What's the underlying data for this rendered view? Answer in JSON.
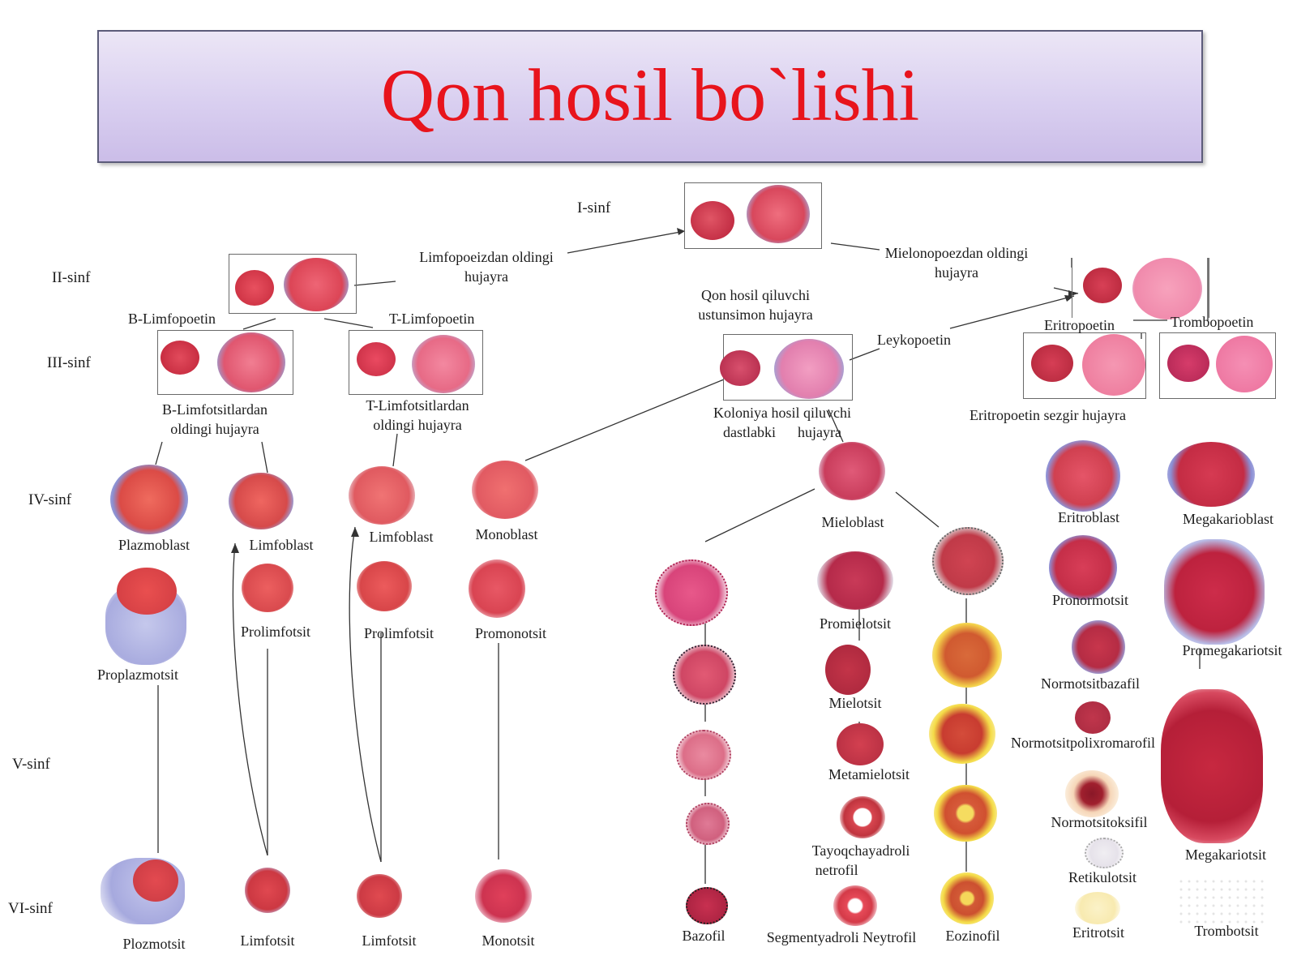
{
  "title": "Qon hosil bo`lishi",
  "classes": {
    "c1": "I-sinf",
    "c2": "II-sinf",
    "c3": "III-sinf",
    "c4": "IV-sinf",
    "c5": "V-sinf",
    "c6": "VI-sinf"
  },
  "top_labels": {
    "lymph_pre": [
      "Limfopoeizdan oldingi",
      "hujayra"
    ],
    "myelo_pre": [
      "Mielonopoezdan oldingi",
      "hujayra"
    ],
    "stem": [
      "Qon hosil qiluvchi",
      "ustunsimon hujayra"
    ],
    "b_lymphopoietin": "B-Limfopoetin",
    "t_lymphopoietin": "T-Limfopoetin",
    "leukopoietin": "Leykopoetin",
    "erythropoietin": "Eritropoetin",
    "thrombopoietin": "Trombopoetin",
    "b_pre": [
      "B-Limfotsitlardan",
      "oldingi hujayra"
    ],
    "t_pre": [
      "T-Limfotsitlardan",
      "oldingi hujayra"
    ],
    "colony": [
      "Koloniya hosil qiluvchi",
      "dastlabki      hujayra"
    ],
    "ery_sensitive": "Eritropoetin sezgir hujayra"
  },
  "cells": {
    "plasmoblast": "Plazmoblast",
    "lymphoblast1": "Limfoblast",
    "lymphoblast2": "Limfoblast",
    "monoblast": "Monoblast",
    "proplasmocyte": "Proplazmotsit",
    "prolymphocyte1": "Prolimfotsit",
    "prolymphocyte2": "Prolimfotsit",
    "promonocyte": "Promonotsit",
    "myeloblast": "Mieloblast",
    "promyelocyte": "Promielotsit",
    "myelocyte": "Mielotsit",
    "metamyelocyte": "Metamielotsit",
    "band_neutrophil": [
      "Tayoqchayadroli",
      "netrofil"
    ],
    "erythroblast": "Eritroblast",
    "megakaryoblast": "Megakarioblast",
    "pronormocyte": "Pronormotsit",
    "promegakaryocyte": "Promegakariotsit",
    "normo_baso": "Normotsitbazafil",
    "normo_poly": "Normotsitpolixromarofil",
    "normo_oxy": "Normotsitoksifil",
    "reticulocyte": "Retikulotsit",
    "megakaryocyte": "Megakariotsit",
    "plasmocyte": "Plozmotsit",
    "lymphocyte1": "Limfotsit",
    "lymphocyte2": "Limfotsit",
    "monocyte": "Monotsit",
    "basophil": "Bazofil",
    "seg_neutrophil": "Segmentyadroli Neytrofil",
    "eosinophil": "Eozinofil",
    "erythrocyte": "Eritrotsit",
    "thrombocyte": "Trombotsit"
  }
}
